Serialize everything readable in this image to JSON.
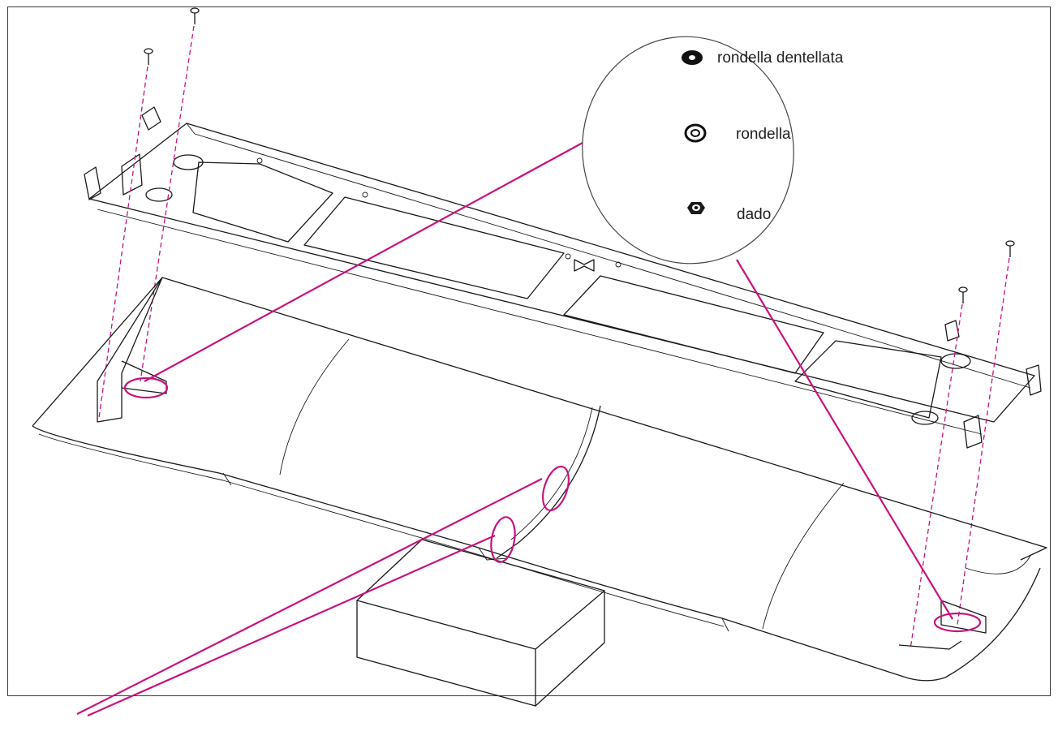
{
  "callout": {
    "items": [
      {
        "key": "toothed-washer",
        "label": "rondella dentellata",
        "icon": "toothed-washer-icon"
      },
      {
        "key": "washer",
        "label": "rondella",
        "icon": "washer-icon"
      },
      {
        "key": "nut",
        "label": "dado",
        "icon": "nut-icon"
      }
    ]
  },
  "colors": {
    "leader": "#c8127f",
    "line": "#1a1a1a",
    "frame": "#3a3a3a",
    "background": "#ffffff"
  }
}
